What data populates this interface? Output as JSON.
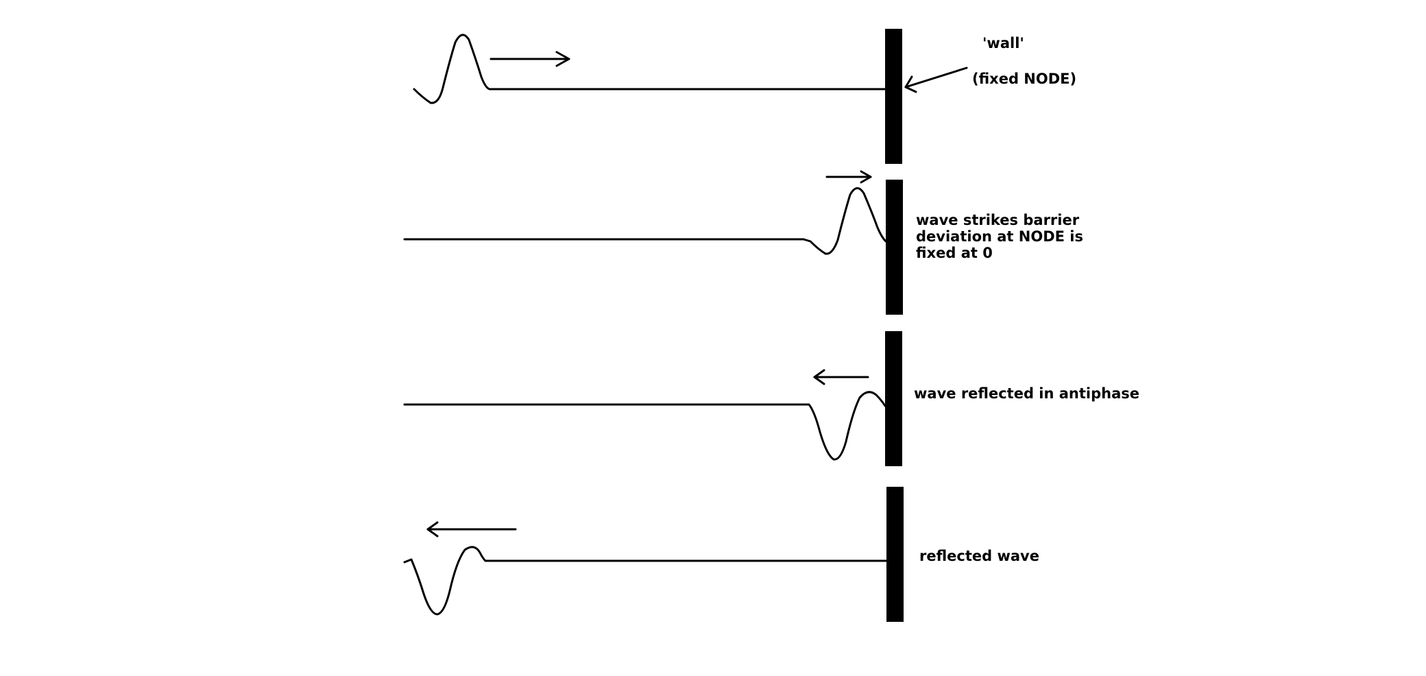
{
  "panel1": {
    "wall_label": "'wall'",
    "node_label": "(fixed NODE)"
  },
  "panel2": {
    "caption_lines": [
      "wave strikes barrier",
      "deviation at NODE is",
      "fixed at 0"
    ]
  },
  "panel3": {
    "caption": "wave reflected in antiphase"
  },
  "panel4": {
    "caption": "reflected wave"
  },
  "colors": {
    "ink": "#000000",
    "background": "#ffffff"
  }
}
